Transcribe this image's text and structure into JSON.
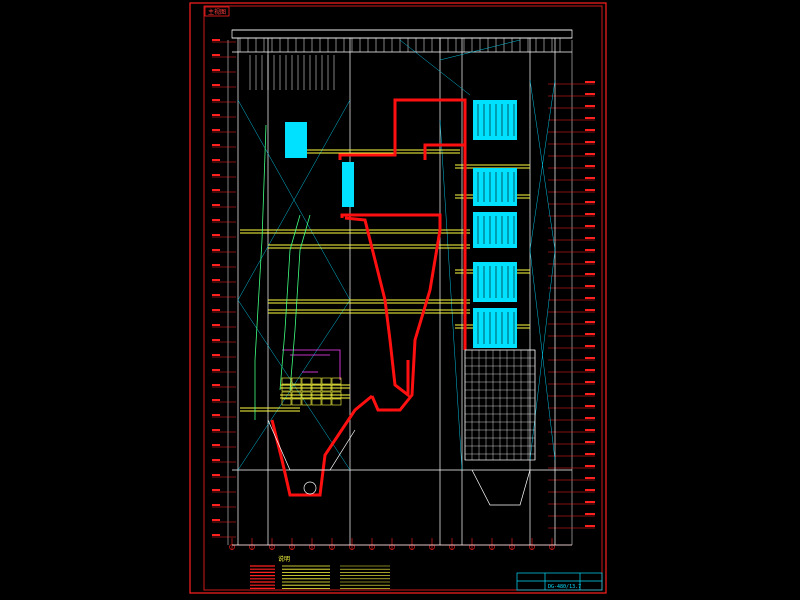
{
  "drawing": {
    "background": "#000000",
    "colors": {
      "frame": "#ff2020",
      "structure": "#ffffff",
      "cyan": "#00e0ff",
      "yellow": "#ffff40",
      "green": "#40ff40",
      "magenta": "#ff40ff",
      "duct": "#ff1010"
    },
    "header_tag": "主视图",
    "legend_title": "说明",
    "title_block_code": "DG-480/13.7"
  }
}
